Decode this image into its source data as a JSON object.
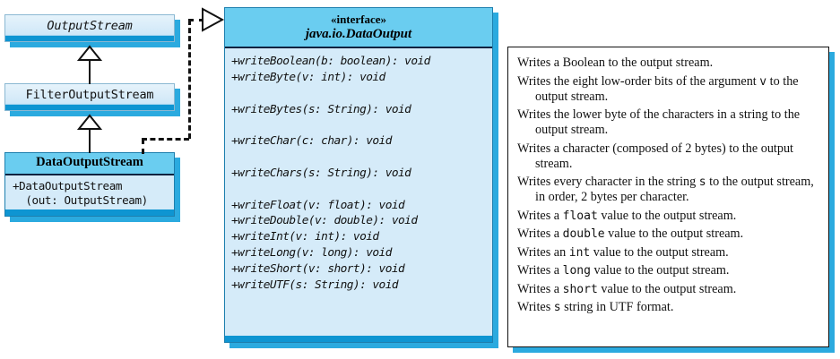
{
  "diagram": {
    "title": "java.io.DataOutput interface UML diagram",
    "colors": {
      "header_blue": "#6ACDF0",
      "body_blue": "#D5EBF9",
      "shadow_blue": "#2BAADF",
      "strip_blue": "#0E95D2",
      "outline": "#111111",
      "panel_bg": "#FFFFFF"
    }
  },
  "hierarchy": {
    "output_stream": {
      "label": "OutputStream",
      "style": "italic-abstract"
    },
    "filter_output_stream": {
      "label": "FilterOutputStream",
      "style": "plain"
    },
    "data_output_stream": {
      "title": "DataOutputStream",
      "members": "+DataOutputStream\n  (out: OutputStream)"
    }
  },
  "interface": {
    "stereotype": "«interface»",
    "name": "java.io.DataOutput",
    "methods": [
      {
        "signature": "+writeBoolean(b: boolean): void",
        "gap_after": false
      },
      {
        "signature": "+writeByte(v: int): void",
        "gap_after": true
      },
      {
        "signature": "+writeBytes(s: String): void",
        "gap_after": true
      },
      {
        "signature": "+writeChar(c: char): void",
        "gap_after": true
      },
      {
        "signature": "+writeChars(s: String): void",
        "gap_after": true
      },
      {
        "signature": "+writeFloat(v: float): void",
        "gap_after": false
      },
      {
        "signature": "+writeDouble(v: double): void",
        "gap_after": false
      },
      {
        "signature": "+writeInt(v: int): void",
        "gap_after": false
      },
      {
        "signature": "+writeLong(v: long): void",
        "gap_after": false
      },
      {
        "signature": "+writeShort(v: short): void",
        "gap_after": false
      },
      {
        "signature": "+writeUTF(s: String): void",
        "gap_after": false
      }
    ]
  },
  "descriptions": [
    "Writes a Boolean to the output stream.",
    "Writes the eight low-order bits of the argument v to the output stream.",
    "Writes the lower byte of the characters in a string to the output stream.",
    "Writes a character (composed of 2 bytes) to the output stream.",
    "Writes every character in the string s to the output stream, in order, 2 bytes per character.",
    "Writes a float value to the output stream.",
    "Writes a double value to the output stream.",
    "Writes an int value to the output stream.",
    "Writes a long value to the output stream.",
    "Writes a short value to the output stream.",
    "Writes s string in UTF format."
  ],
  "relationships": {
    "generalization_1": "FilterOutputStream extends OutputStream",
    "generalization_2": "DataOutputStream extends FilterOutputStream",
    "realization": "DataOutputStream implements java.io.DataOutput"
  }
}
